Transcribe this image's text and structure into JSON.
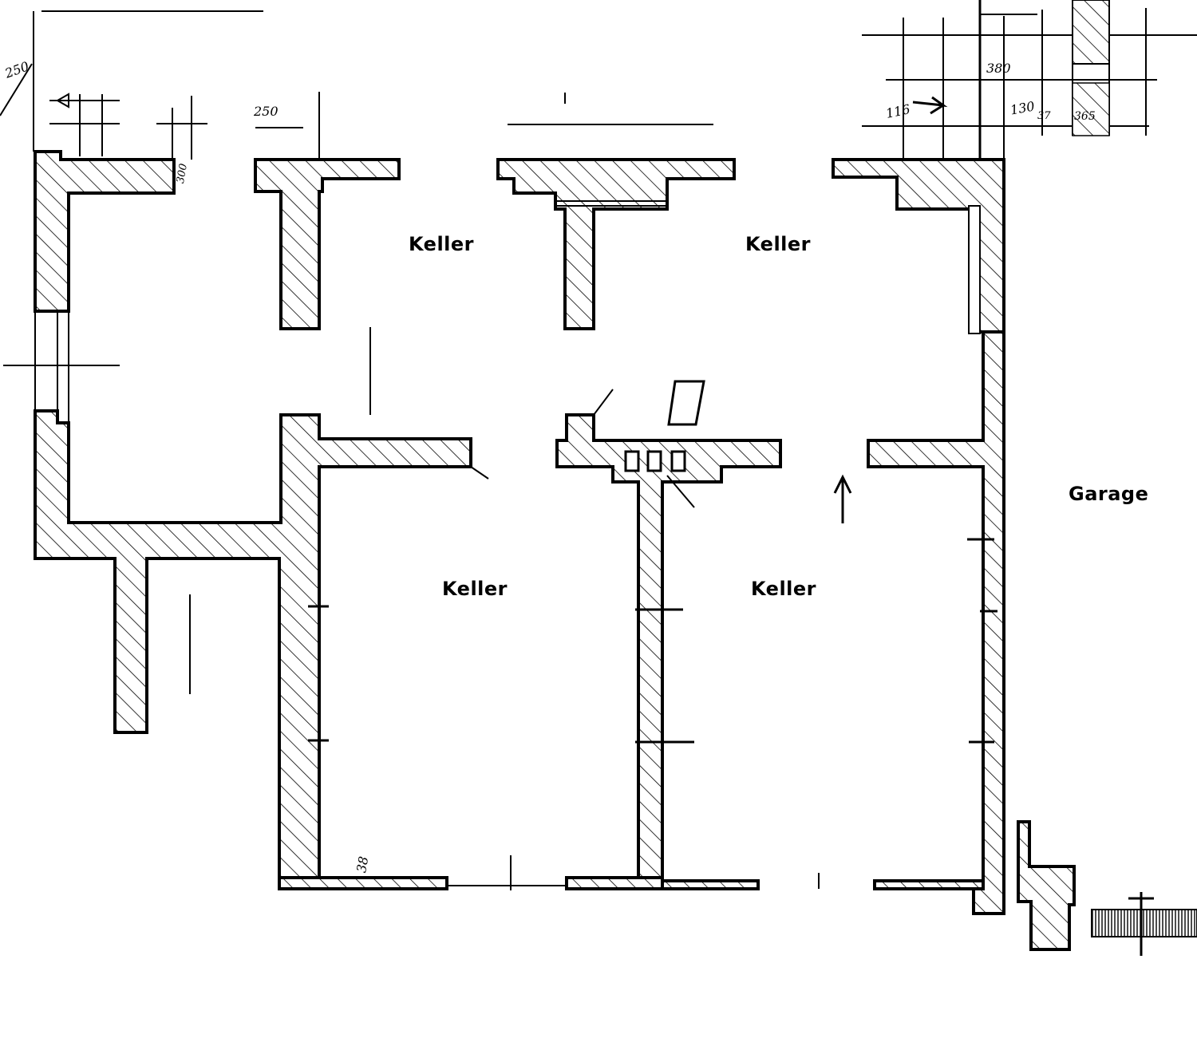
{
  "rooms": {
    "keller_top_left": "Keller",
    "keller_top_right": "Keller",
    "keller_bottom_left": "Keller",
    "keller_bottom_right": "Keller",
    "garage": "Garage"
  },
  "dimensions": {
    "d250_left": "250",
    "d250_mid": "250",
    "d300": "300",
    "d380": "380",
    "d116": "116",
    "d130": "130",
    "d37": "37",
    "d365": "365",
    "d38": "38"
  },
  "colors": {
    "ink": "#000000",
    "paper": "#ffffff"
  }
}
